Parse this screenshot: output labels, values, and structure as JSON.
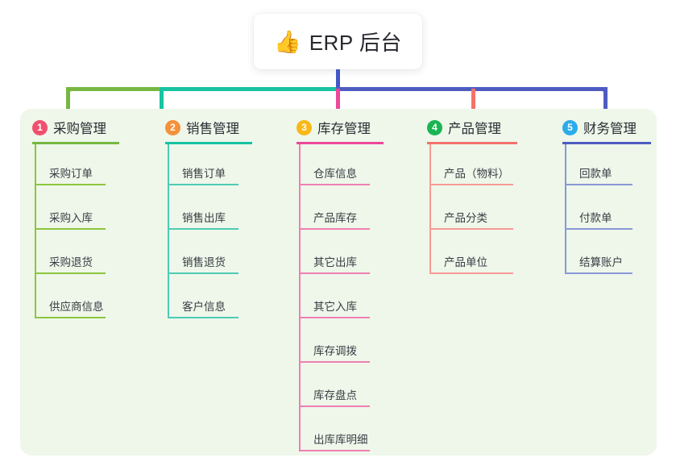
{
  "title": {
    "emoji": "👍",
    "emoji_name": "thumbs-up-icon",
    "text": "ERP 后台"
  },
  "colors": {
    "panel_bg": "#eef7ea",
    "page_bg": "#ffffff",
    "trunk": "#4157c6",
    "bus_green": "#76b742",
    "bus_teal": "#17c3a2",
    "bus_blue": "#4e5cc0",
    "badge_1": "#f0506e",
    "badge_2": "#f5903b",
    "badge_3": "#f9b818",
    "badge_4": "#1ab552",
    "badge_5": "#2bacea"
  },
  "columns": [
    {
      "index": "1",
      "badge_color": "#f0506e",
      "rule_color": "#76b742",
      "line_color": "#8cc63f",
      "title": "采购管理",
      "items": [
        "采购订单",
        "采购入库",
        "采购退货",
        "供应商信息"
      ]
    },
    {
      "index": "2",
      "badge_color": "#f5903b",
      "rule_color": "#17c3a2",
      "line_color": "#4ecbb4",
      "title": "销售管理",
      "items": [
        "销售订单",
        "销售出库",
        "销售退货",
        "客户信息"
      ]
    },
    {
      "index": "3",
      "badge_color": "#f9b818",
      "rule_color": "#ec4899",
      "line_color": "#ef7fb4",
      "title": "库存管理",
      "items": [
        "仓库信息",
        "产品库存",
        "其它出库",
        "其它入库",
        "库存调拨",
        "库存盘点",
        "出库库明细"
      ]
    },
    {
      "index": "4",
      "badge_color": "#1ab552",
      "rule_color": "#f4726b",
      "line_color": "#f79b95",
      "title": "产品管理",
      "items": [
        "产品（物料）",
        "产品分类",
        "产品单位"
      ]
    },
    {
      "index": "5",
      "badge_color": "#2bacea",
      "rule_color": "#4e5cc0",
      "line_color": "#8a97d8",
      "title": "财务管理",
      "items": [
        "回款单",
        "付款单",
        "结算账户"
      ]
    }
  ]
}
